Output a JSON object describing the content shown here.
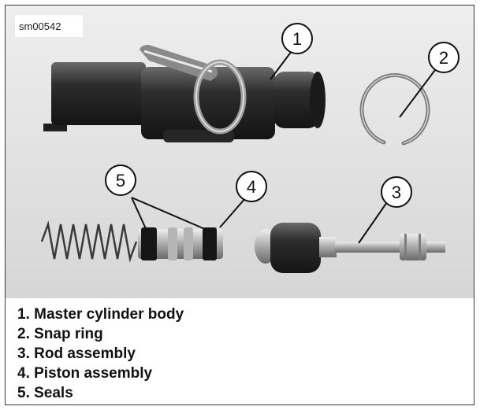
{
  "figure_code": "sm00542",
  "callouts": [
    "1",
    "2",
    "3",
    "4",
    "5"
  ],
  "legend": [
    "1. Master cylinder body",
    "2. Snap ring",
    "3. Rod assembly",
    "4. Piston assembly",
    "5. Seals"
  ]
}
